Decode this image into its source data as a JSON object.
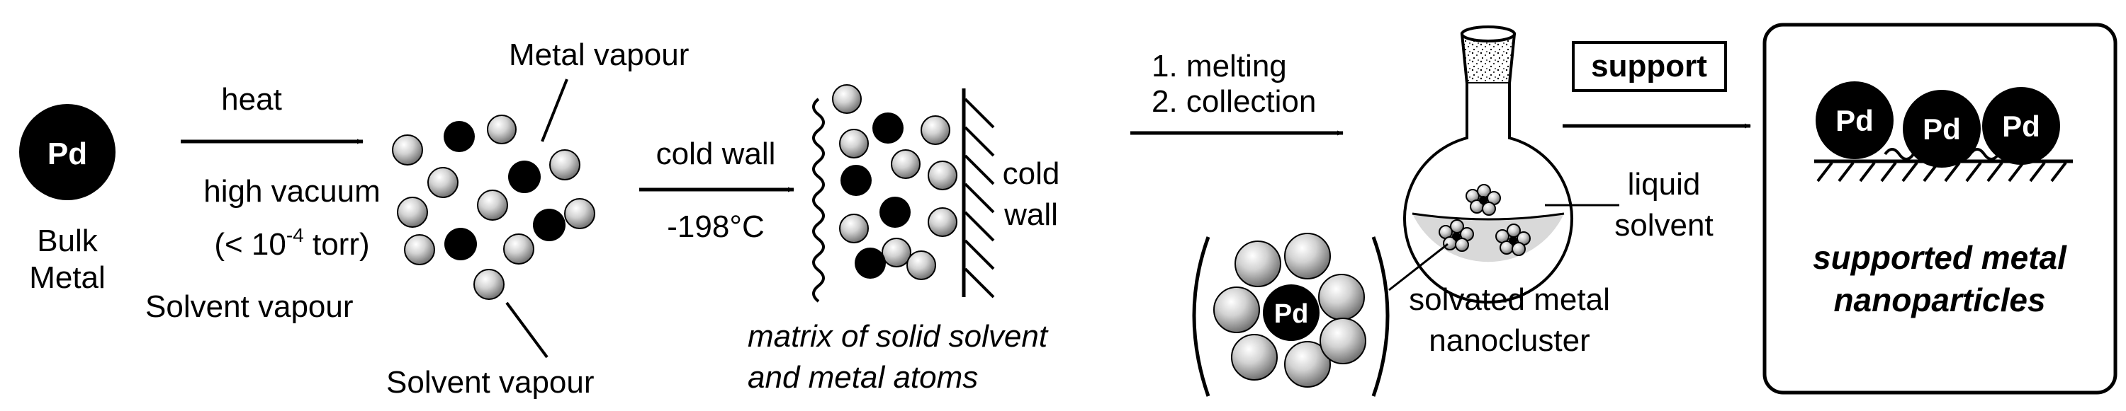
{
  "bulk": {
    "atom": "Pd",
    "label_line1": "Bulk",
    "label_line2": "Metal"
  },
  "step1": {
    "arrow_label": "heat",
    "condition_line1": "high vacuum",
    "condition_line2_pre": "(< 10",
    "condition_line2_sup": "-4",
    "condition_line2_post": " torr)",
    "solvent_vapour_left": "Solvent vapour",
    "metal_vapour": "Metal vapour",
    "solvent_vapour_bottom": "Solvent vapour"
  },
  "step2": {
    "arrow_label": "cold wall",
    "temperature": "-198°C",
    "wall_label_line1": "cold",
    "wall_label_line2": "wall",
    "matrix_line1": "matrix of solid solvent",
    "matrix_line2": "and metal atoms"
  },
  "step3": {
    "line1": "1. melting",
    "line2": "2. collection",
    "liquid_line1": "liquid",
    "liquid_line2": "solvent",
    "cluster_atom": "Pd",
    "solvated_line1": "solvated metal",
    "solvated_line2": "nanocluster"
  },
  "step4": {
    "support_label": "support",
    "atoms": [
      "Pd",
      "Pd",
      "Pd"
    ],
    "result_line1": "supported metal",
    "result_line2": "nanoparticles"
  },
  "colors": {
    "ink": "#000000",
    "background": "#ffffff",
    "grey_sphere": "#b8b8b8"
  }
}
